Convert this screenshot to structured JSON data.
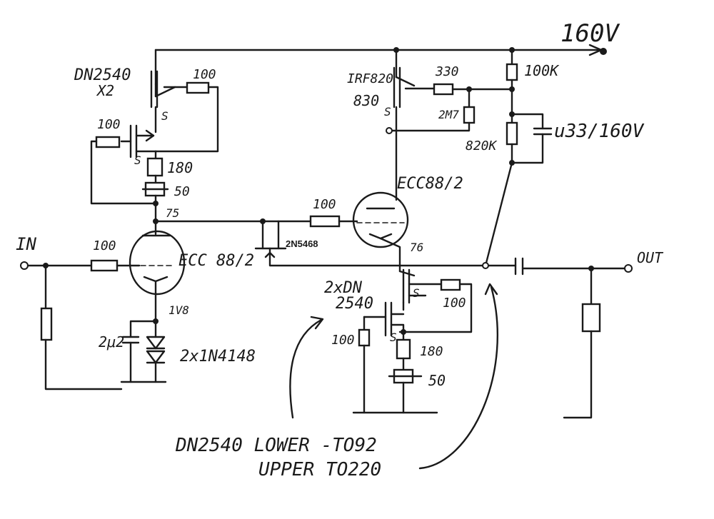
{
  "supply": {
    "label": "160V"
  },
  "upper_left": {
    "mosfet_label": "DN2540",
    "mosfet_count": "X2",
    "gate_r1": "100",
    "gate_r2": "100",
    "source_r": "180",
    "pot": "50",
    "source_pin_a": "S",
    "source_pin_b": "S",
    "node_voltage": "75"
  },
  "input_stage": {
    "in_label": "IN",
    "grid_r": "100",
    "tube": "ECC 88/2",
    "cathode_voltage": "1V8",
    "cathode_cap": "2μ2",
    "diodes": "2x1N4148"
  },
  "jfet": {
    "label": "2N5468"
  },
  "coupling_r": {
    "label": "100"
  },
  "upper_right": {
    "mosfet": "IRF820",
    "mosfet_2": "830",
    "source_pin": "S",
    "gate_r": "330",
    "bias_r": "2M7",
    "anode_r": "100K",
    "divider_r": "820K",
    "cap": "u33/160V"
  },
  "output_stage": {
    "tube": "ECC88/2",
    "cathode_voltage": "76",
    "out_label": "OUT"
  },
  "lower_right": {
    "mosfet_label": "2xDN",
    "mosfet_label_2": "2540",
    "gate_r1": "100",
    "gate_r2": "100",
    "source_r": "180",
    "pot": "50",
    "source_pin_a": "S",
    "source_pin_b": "S"
  },
  "note": {
    "line1": "DN2540 LOWER -TO92",
    "line2": "UPPER TO220"
  }
}
